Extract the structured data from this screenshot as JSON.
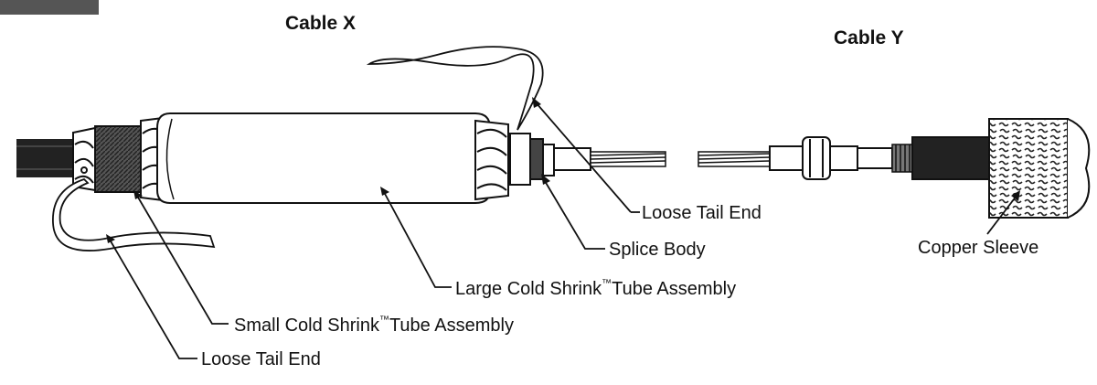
{
  "titles": {
    "cable_x": "Cable X",
    "cable_y": "Cable Y"
  },
  "callouts": {
    "loose_tail_end_right": "Loose Tail End",
    "splice_body": "Splice Body",
    "copper_sleeve": "Copper Sleeve",
    "large_tube_name": "Large Cold Shrink",
    "large_tube_tm": "™",
    "large_tube_rest": "Tube Assembly",
    "small_tube_name": "Small Cold Shrink",
    "small_tube_tm": "™",
    "small_tube_rest": "Tube Assembly",
    "loose_tail_end_left": "Loose Tail End"
  }
}
